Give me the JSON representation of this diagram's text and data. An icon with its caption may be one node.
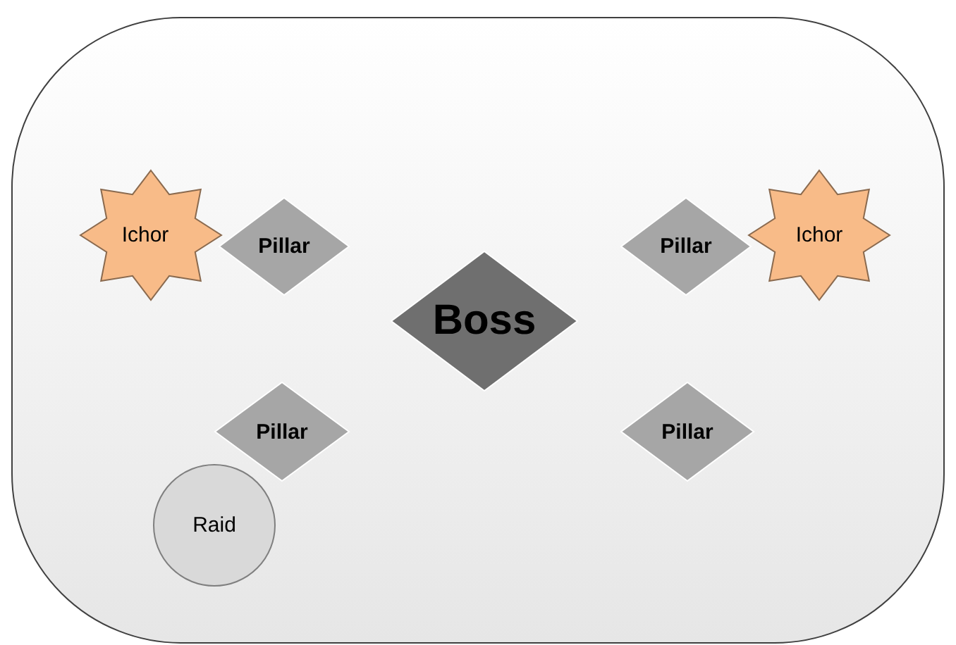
{
  "diagram": {
    "nodes": [
      {
        "text": [],
        "shape": "box"
      },
      {
        "text": [
          "Ichor"
        ],
        "in": 0
      },
      {
        "text": [
          "Pillar"
        ],
        "in": 0
      },
      {
        "text": [
          "Pillar"
        ],
        "in": 0
      },
      {
        "text": [
          "Ichor"
        ],
        "in": 0
      },
      {
        "text": [
          "Boss"
        ],
        "in": 0
      },
      {
        "text": [
          "Pillar"
        ],
        "in": 0
      },
      {
        "text": [
          "Pillar"
        ],
        "in": 0
      },
      {
        "text": [
          "Raid"
        ],
        "in": 0
      }
    ]
  }
}
